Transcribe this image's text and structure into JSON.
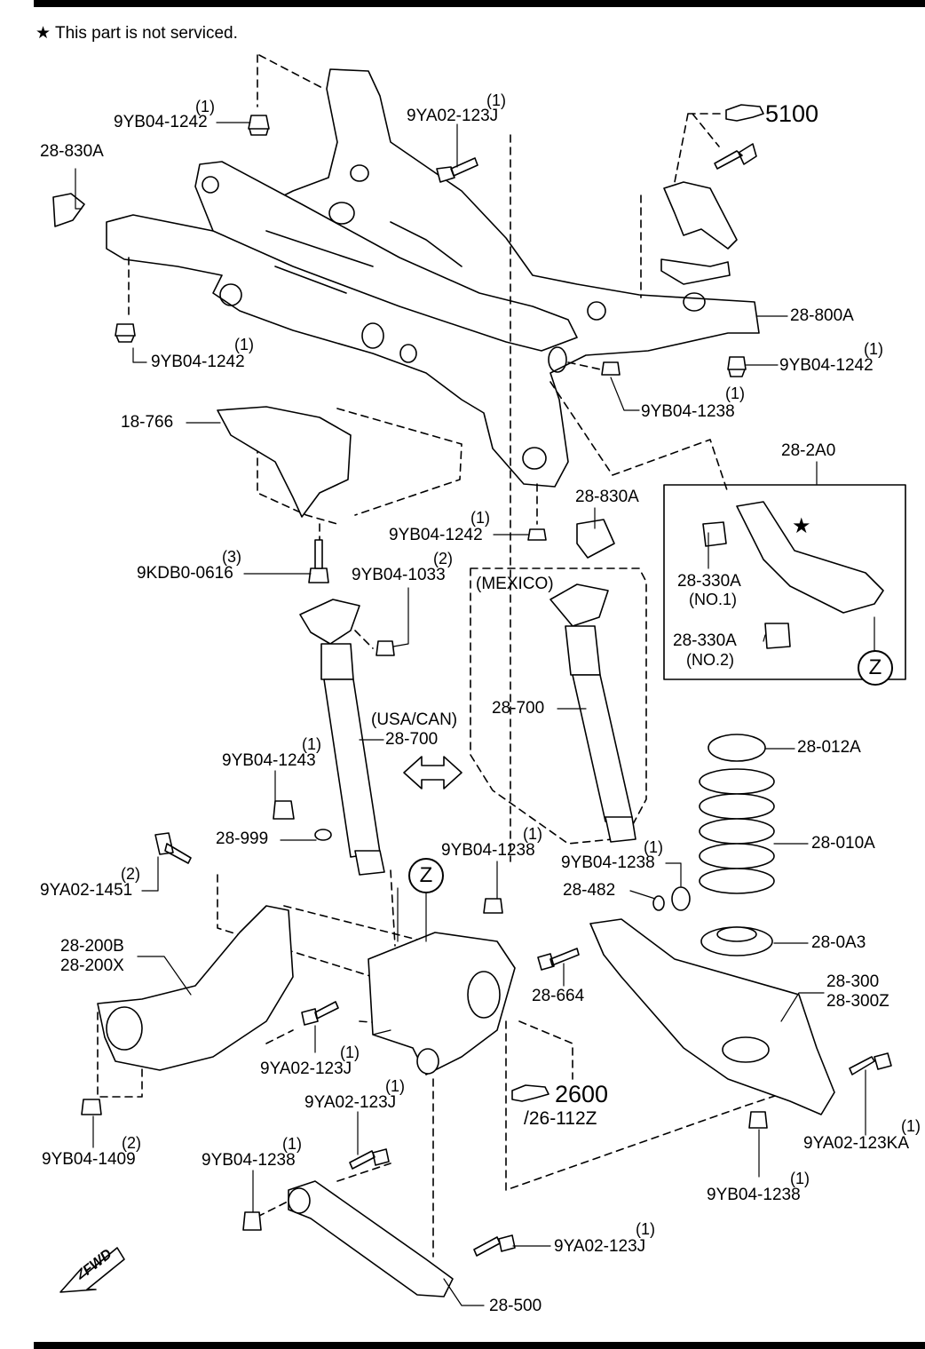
{
  "note": {
    "star": "★",
    "text": "This part is not serviced."
  },
  "callouts": {
    "c1": {
      "qty": "(1)",
      "part": "9YB04-1242"
    },
    "c2": {
      "qty": "(1)",
      "part": "9YA02-123J"
    },
    "c3": {
      "part": "5100"
    },
    "c4": {
      "part": "28-830A"
    },
    "c5": {
      "qty": "(1)",
      "part": "9YB04-1242"
    },
    "c6": {
      "part": "28-800A"
    },
    "c7": {
      "qty": "(1)",
      "part": "9YB04-1242"
    },
    "c8": {
      "qty": "(1)",
      "part": "9YB04-1238"
    },
    "c9": {
      "part": "18-766"
    },
    "c10": {
      "part": "28-830A"
    },
    "c11": {
      "qty": "(1)",
      "part": "9YB04-1242"
    },
    "c12": {
      "part": "28-2A0"
    },
    "c13": {
      "qty": "(3)",
      "part": "9KDB0-0616"
    },
    "c14": {
      "qty": "(2)",
      "part": "9YB04-1033"
    },
    "c15": {
      "part": "(MEXICO)"
    },
    "c16": {
      "part": "28-330A",
      "note": "(NO.1)"
    },
    "c17": {
      "part": "28-330A",
      "note": "(NO.2)"
    },
    "c18": {
      "part": "28-700"
    },
    "c19": {
      "part": "(USA/CAN)"
    },
    "c20": {
      "qty": "(1)",
      "part": "9YB04-1243"
    },
    "c21": {
      "part": "28-700"
    },
    "c22": {
      "part": "28-012A"
    },
    "c23": {
      "part": "28-999"
    },
    "c24": {
      "qty": "(1)",
      "part": "9YB04-1238"
    },
    "c25": {
      "qty": "(1)",
      "part": "9YB04-1238"
    },
    "c26": {
      "part": "28-010A"
    },
    "c27": {
      "qty": "(2)",
      "part": "9YA02-1451"
    },
    "c28": {
      "part": "28-482"
    },
    "c29": {
      "part": "28-200B"
    },
    "c30": {
      "part": "28-200X"
    },
    "c31": {
      "part": "28-0A3"
    },
    "c32": {
      "part": "28-664"
    },
    "c33": {
      "part": "28-300"
    },
    "c34": {
      "part": "28-300Z"
    },
    "c35": {
      "qty": "(1)",
      "part": "9YA02-123J"
    },
    "c36": {
      "part": "2600"
    },
    "c37": {
      "part": "/26-112Z"
    },
    "c38": {
      "qty": "(1)",
      "part": "9YA02-123J"
    },
    "c39": {
      "qty": "(1)",
      "part": "9YA02-123KA"
    },
    "c40": {
      "qty": "(2)",
      "part": "9YB04-1409"
    },
    "c41": {
      "qty": "(1)",
      "part": "9YB04-1238"
    },
    "c42": {
      "qty": "(1)",
      "part": "9YB04-1238"
    },
    "c43": {
      "qty": "(1)",
      "part": "9YA02-123J"
    },
    "c44": {
      "part": "28-500"
    }
  },
  "markers": {
    "z": "Z",
    "fwd": "FWD",
    "star": "★"
  }
}
